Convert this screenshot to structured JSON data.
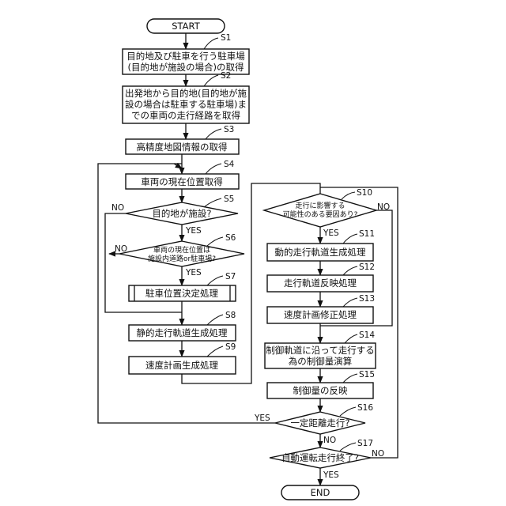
{
  "terminals": {
    "start": "START",
    "end": "END"
  },
  "steps": {
    "s1": {
      "label": "S1",
      "line1": "目的地及び駐車を行う駐車場",
      "line2": "(目的地が施設の場合)の取得"
    },
    "s2": {
      "label": "S2",
      "line1": "出発地から目的地(目的地が施",
      "line2": "設の場合は駐車する駐車場)ま",
      "line3": "での車両の走行経路を取得"
    },
    "s3": {
      "label": "S3",
      "line1": "高精度地図情報の取得"
    },
    "s4": {
      "label": "S4",
      "line1": "車両の現在位置取得"
    },
    "s5": {
      "label": "S5",
      "line1": "目的地が施設?"
    },
    "s6": {
      "label": "S6",
      "line1": "車両の現在位置は",
      "line2": "施設内道路or駐車場?"
    },
    "s7": {
      "label": "S7",
      "line1": "駐車位置決定処理"
    },
    "s8": {
      "label": "S8",
      "line1": "静的走行軌道生成処理"
    },
    "s9": {
      "label": "S9",
      "line1": "速度計画生成処理"
    },
    "s10": {
      "label": "S10",
      "line1": "走行に影響する",
      "line2": "可能性のある要因あり?"
    },
    "s11": {
      "label": "S11",
      "line1": "動的走行軌道生成処理"
    },
    "s12": {
      "label": "S12",
      "line1": "走行軌道反映処理"
    },
    "s13": {
      "label": "S13",
      "line1": "速度計画修正処理"
    },
    "s14": {
      "label": "S14",
      "line1": "制御軌道に沿って走行する",
      "line2": "為の制御量演算"
    },
    "s15": {
      "label": "S15",
      "line1": "制御量の反映"
    },
    "s16": {
      "label": "S16",
      "line1": "一定距離走行?"
    },
    "s17": {
      "label": "S17",
      "line1": "自動運転走行終了?"
    }
  },
  "branches": {
    "yes": "YES",
    "no": "NO"
  }
}
